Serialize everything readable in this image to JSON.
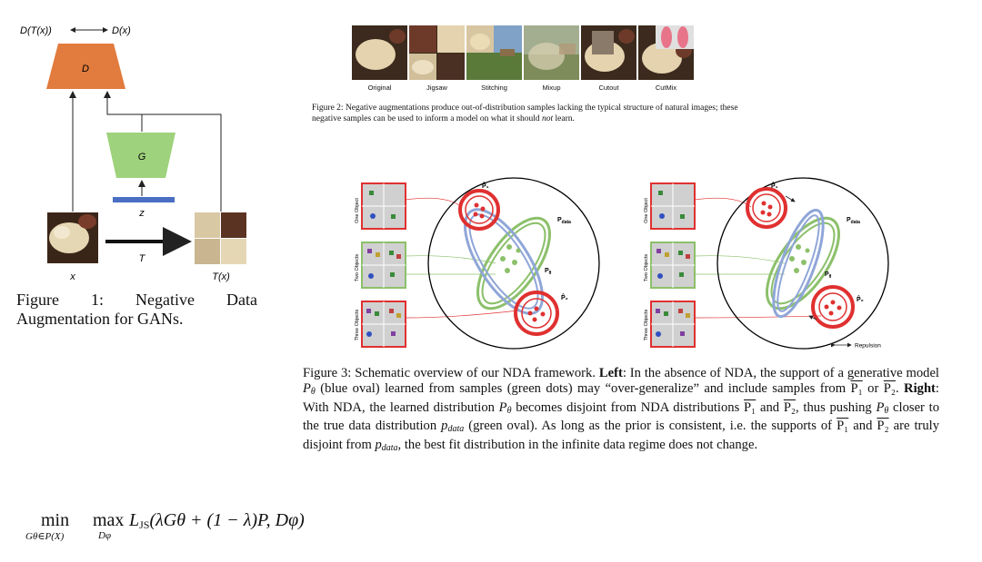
{
  "figure1": {
    "label_dtx": "D(T(x))",
    "label_dx": "D(x)",
    "block_d": "D",
    "block_g": "G",
    "label_z": "z",
    "label_x": "x",
    "label_t": "T",
    "label_tx": "T(x)",
    "caption": "Figure 1: Negative Data Augmentation for GANs."
  },
  "figure2": {
    "thumbnails": [
      {
        "label": "Original"
      },
      {
        "label": "Jigsaw"
      },
      {
        "label": "Stitching"
      },
      {
        "label": "Mixup"
      },
      {
        "label": "Cutout"
      },
      {
        "label": "CutMix"
      }
    ],
    "caption_a": "Figure 2: Negative augmentations produce out-of-distribution samples lacking the typical structure of natural images; these negative samples can be used to inform a model on what it should ",
    "caption_em": "not",
    "caption_b": " learn."
  },
  "figure3": {
    "row_labels": [
      "One Object",
      "Two Objects",
      "Three Objects"
    ],
    "p1": "P̂₁",
    "p2": "P̂₂",
    "pdata": "P",
    "pdata_sub": "data",
    "ptheta": "P",
    "ptheta_sub": "θ",
    "repulsion": "Repulsion",
    "colors": {
      "red": "#e03030",
      "green": "#8cc06a",
      "blue": "#8fa6d8",
      "black": "#000000"
    }
  },
  "figure3_caption": {
    "prefix": "Figure 3: Schematic overview of our NDA framework. ",
    "left_bold": "Left",
    "t1": ": In the absence of NDA, the support of a generative model ",
    "p0a": "P",
    "t2": " (blue oval) learned from samples (green dots) may “over-generalize” and include samples from ",
    "p1a": "P₁",
    "t3": " or ",
    "p2a": "P₂",
    "t4": ". ",
    "right_bold": "Right",
    "t5": ": With NDA, the learned distribution ",
    "p0b": "P",
    "t6": " becomes disjoint from NDA distributions ",
    "p1b": "P₁",
    "t7": " and ",
    "p2b": "P₂",
    "t8": ", thus pushing ",
    "p0c": "P",
    "t9": " closer to the true data distribution ",
    "pdata": "p",
    "pdata_sub": "data",
    "t10": " (green oval). As long as the prior is consistent, i.e. the supports of ",
    "p1c": "P₁",
    "t11": " and ",
    "p2c": "P₂",
    "t12": " are truly disjoint from ",
    "pdata2": "p",
    "pdata2_sub": "data",
    "t13": ", the best fit distribution in the infinite data regime does not change."
  },
  "formula": {
    "min": "min",
    "min_sub": "Gθ∈P(X)",
    "max": "max",
    "max_sub": "Dφ",
    "body": "L",
    "body_sub": "JS",
    "args": "(λGθ + (1 − λ)P, Dφ)"
  }
}
